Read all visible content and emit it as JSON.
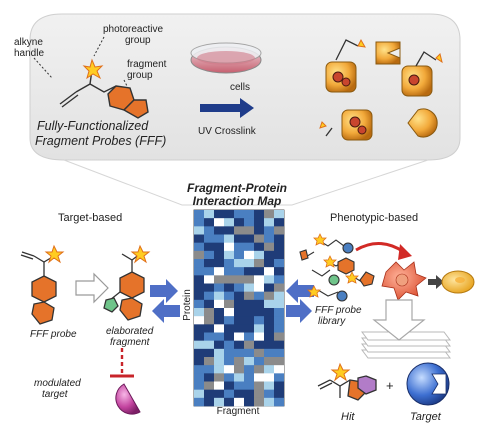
{
  "top_panel": {
    "labels": {
      "alkyne_line1": "alkyne",
      "alkyne_line2": "handle",
      "photo_line1": "photoreactive",
      "photo_line2": "group",
      "frag_line1": "fragment",
      "frag_line2": "group",
      "fff_line1": "Fully-Functionalized",
      "fff_line2": "Fragment Probes (FFF)",
      "cells": "cells",
      "uv": "UV Crosslink"
    }
  },
  "map": {
    "title_line1": "Fragment-Protein",
    "title_line2": "Interaction Map",
    "y_axis": "Protein",
    "x_axis": "Fragment",
    "colors": {
      "navy": "#1f3c78",
      "blue": "#4a7fc1",
      "light": "#a9d3ea",
      "white": "#ffffff",
      "grey": "#8b8b8b"
    }
  },
  "left_panel": {
    "title": "Target-based",
    "fff_probe": "FFF probe",
    "elab_line1": "elaborated",
    "elab_line2": "fragment",
    "mod_line1": "modulated",
    "mod_line2": "target"
  },
  "right_panel": {
    "title": "Phenotypic-based",
    "lib_line1": "FFF probe",
    "lib_line2": "library",
    "hit": "Hit",
    "plus": "+",
    "target": "Target"
  }
}
